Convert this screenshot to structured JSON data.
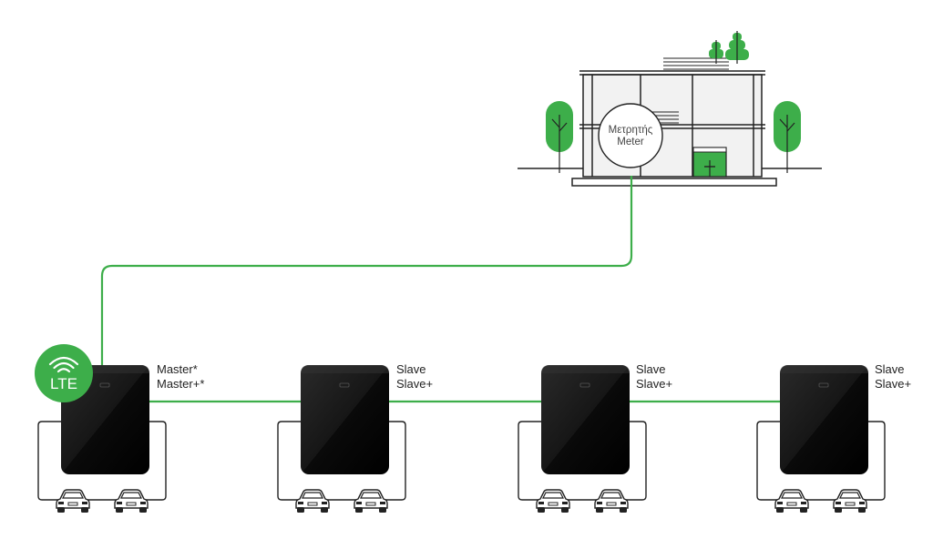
{
  "meter": {
    "label_gr": "Μετρητής",
    "label_en": "Meter"
  },
  "lte_badge": {
    "label": "LTE",
    "icon": "wifi-signal-icon"
  },
  "chargers": [
    {
      "line1": "Master*",
      "line2": "Master+*"
    },
    {
      "line1": "Slave",
      "line2": "Slave+"
    },
    {
      "line1": "Slave",
      "line2": "Slave+"
    },
    {
      "line1": "Slave",
      "line2": "Slave+"
    }
  ],
  "colors": {
    "accent": "#3dae4a",
    "charger": "#111111",
    "line": "#222222"
  }
}
